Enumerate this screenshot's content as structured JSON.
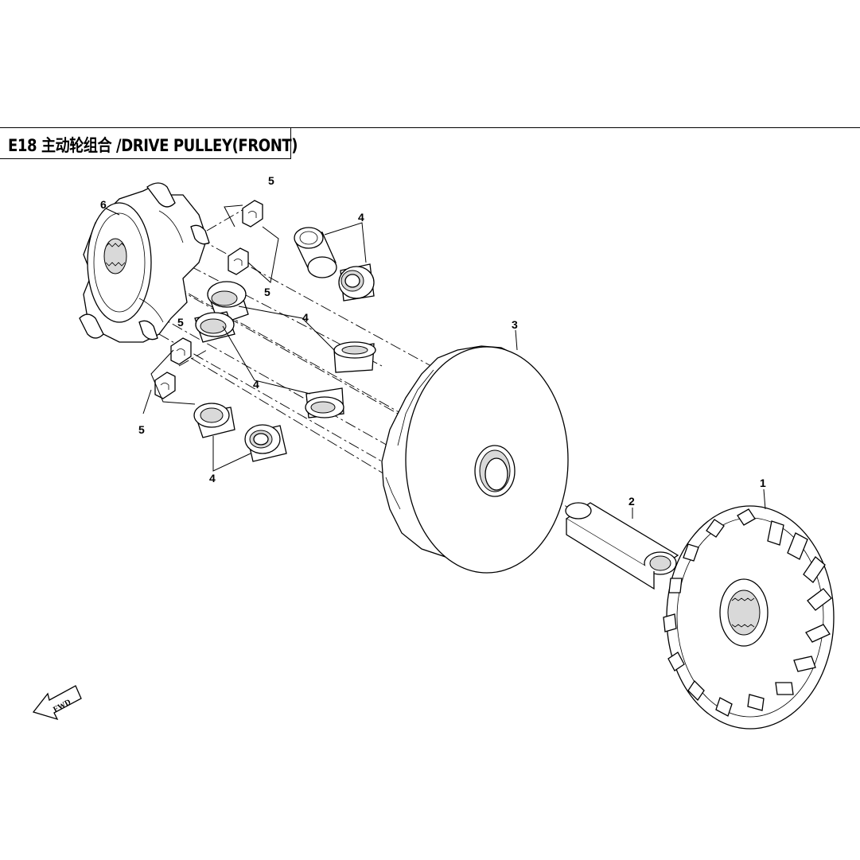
{
  "title": "E18 主动轮组合 /DRIVE PULLEY(FRONT)",
  "callouts": {
    "c1": "1",
    "c2": "2",
    "c3": "3",
    "c4a": "4",
    "c4b": "4",
    "c4c": "4",
    "c4d": "4",
    "c5a": "5",
    "c5b": "5",
    "c5c": "5",
    "c5d": "5",
    "c6": "6"
  },
  "fwd_label": "FWD"
}
